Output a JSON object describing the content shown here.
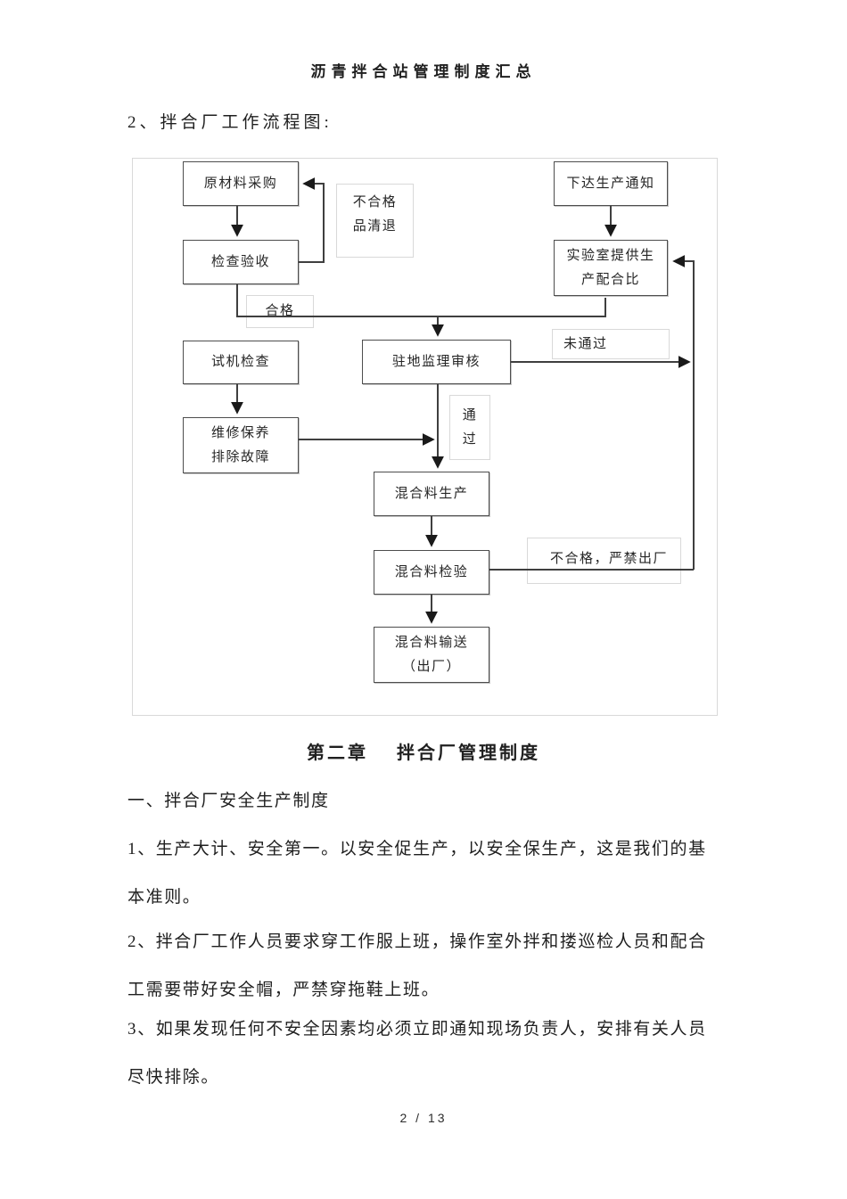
{
  "document": {
    "title": "沥青拌合站管理制度汇总",
    "flow_heading": "2、拌合厂工作流程图:",
    "chapter": {
      "number": "第二章",
      "title": "拌合厂管理制度"
    },
    "paragraphs": [
      "一、拌合厂安全生产制度",
      "1、生产大计、安全第一。以安全促生产，以安全保生产，这是我们的基本准则。",
      "2、拌合厂工作人员要求穿工作服上班，操作室外拌和搂巡检人员和配合工需要带好安全帽，严禁穿拖鞋上班。",
      "3、如果发现任何不安全因素均必须立即通知现场负责人，安排有关人员尽快排除。"
    ],
    "footer": {
      "page_indicator": "2 / 13"
    }
  },
  "flowchart": {
    "colors": {
      "process_border": "#4d4d4d",
      "label_border": "#d9d9d9",
      "connector": "#3f3f3f",
      "container_border": "#d9d9d9"
    },
    "nodes": [
      {
        "id": "raw-material-purchase",
        "label": "原材料采购",
        "type": "process"
      },
      {
        "id": "issue-production-notice",
        "label": "下达生产通知",
        "type": "process"
      },
      {
        "id": "reject-return",
        "label": "不合格\n品清退",
        "type": "label"
      },
      {
        "id": "inspection-acceptance",
        "label": "检查验收",
        "type": "process"
      },
      {
        "id": "lab-mix-ratio",
        "label": "实验室提供生\n产配合比",
        "type": "process"
      },
      {
        "id": "qualified",
        "label": "合格",
        "type": "label"
      },
      {
        "id": "trial-run-check",
        "label": "试机检查",
        "type": "process"
      },
      {
        "id": "resident-supervisor-review",
        "label": "驻地监理审核",
        "type": "process"
      },
      {
        "id": "not-passed",
        "label": "未通过",
        "type": "label"
      },
      {
        "id": "passed",
        "label": "通\n过",
        "type": "label"
      },
      {
        "id": "maintenance-troubleshooting",
        "label": "维修保养\n排除故障",
        "type": "process"
      },
      {
        "id": "mixture-production",
        "label": "混合料生产",
        "type": "process"
      },
      {
        "id": "mixture-inspection",
        "label": "混合料检验",
        "type": "process"
      },
      {
        "id": "reject-no-release",
        "label": "不合格，严禁出厂",
        "type": "label"
      },
      {
        "id": "mixture-delivery",
        "label": "混合料输送\n（出厂）",
        "type": "process"
      }
    ],
    "edges": [
      {
        "from": "原材料采购",
        "to": "检查验收"
      },
      {
        "from": "检查验收",
        "to": "原材料采购",
        "note": "不合格品清退"
      },
      {
        "from": "检查验收",
        "to": "驻地监理审核",
        "note": "合格"
      },
      {
        "from": "下达生产通知",
        "to": "实验室提供生产配合比"
      },
      {
        "from": "实验室提供生产配合比",
        "to": "驻地监理审核"
      },
      {
        "from": "驻地监理审核",
        "to": "实验室提供生产配合比",
        "note": "未通过"
      },
      {
        "from": "驻地监理审核",
        "to": "混合料生产",
        "note": "通过"
      },
      {
        "from": "试机检查",
        "to": "维修保养排除故障"
      },
      {
        "from": "维修保养排除故障",
        "to": "混合料生产"
      },
      {
        "from": "混合料生产",
        "to": "混合料检验"
      },
      {
        "from": "混合料检验",
        "to": "实验室提供生产配合比",
        "note": "不合格，严禁出厂"
      },
      {
        "from": "混合料检验",
        "to": "混合料输送（出厂）"
      }
    ]
  }
}
